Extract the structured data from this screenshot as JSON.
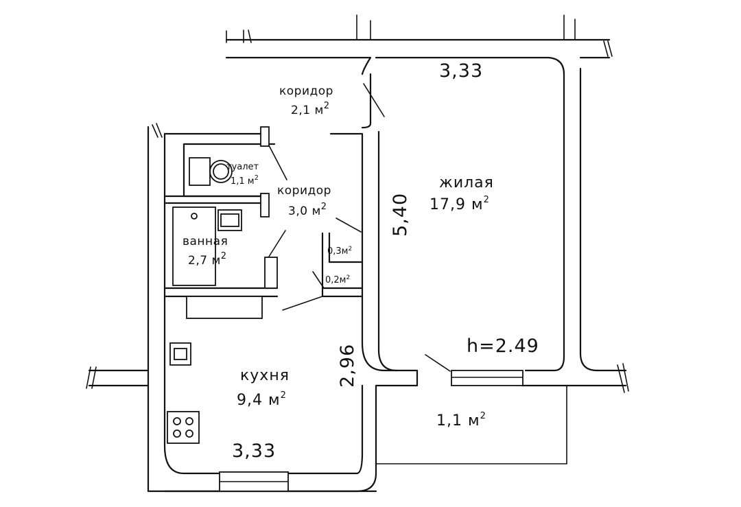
{
  "rooms": {
    "corridor_top": {
      "name": "коридор",
      "area": "2,1 м",
      "unit_power": "2"
    },
    "toilet": {
      "name": "туалет",
      "area": "1,1 м",
      "unit_power": "2"
    },
    "corridor_mid": {
      "name": "коридор",
      "area": "3,0 м",
      "unit_power": "2"
    },
    "bathroom": {
      "name": "ванная",
      "area": "2,7 м",
      "unit_power": "2"
    },
    "living": {
      "name": "жилая",
      "area": "17,9 м",
      "unit_power": "2"
    },
    "kitchen": {
      "name": "кухня",
      "area": "9,4 м",
      "unit_power": "2"
    },
    "closet_1": {
      "area": "0,3м",
      "unit_power": "2"
    },
    "closet_2": {
      "area": "0,2м",
      "unit_power": "2"
    },
    "balcony": {
      "area": "1,1 м",
      "unit_power": "2"
    }
  },
  "dimensions": {
    "living_width": "3,33",
    "living_length": "5,40",
    "kitchen_length": "2,96",
    "kitchen_width": "3,33",
    "ceiling_height": "h=2.49"
  }
}
